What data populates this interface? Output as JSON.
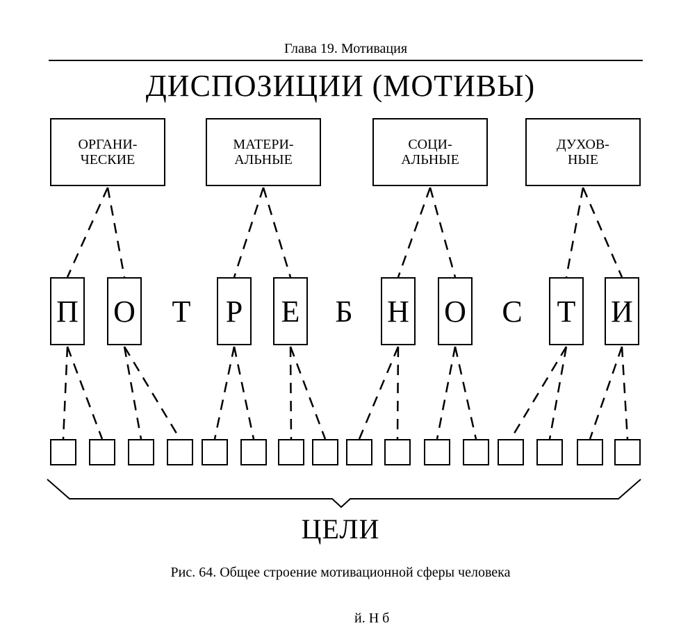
{
  "running_header": "Глава 19. Мотивация",
  "title": "ДИСПОЗИЦИИ (МОТИВЫ)",
  "categories": [
    {
      "label": "ОРГАНИ-\nЧЕСКИЕ"
    },
    {
      "label": "МАТЕРИ-\nАЛЬНЫЕ"
    },
    {
      "label": "СОЦИ-\nАЛЬНЫЕ"
    },
    {
      "label": "ДУХОВ-\nНЫЕ"
    }
  ],
  "needs_letters": [
    {
      "char": "П",
      "boxed": true
    },
    {
      "char": "О",
      "boxed": true
    },
    {
      "char": "Т",
      "boxed": false
    },
    {
      "char": "Р",
      "boxed": true
    },
    {
      "char": "Е",
      "boxed": true
    },
    {
      "char": "Б",
      "boxed": false
    },
    {
      "char": "Н",
      "boxed": true
    },
    {
      "char": "О",
      "boxed": true
    },
    {
      "char": "С",
      "boxed": false
    },
    {
      "char": "Т",
      "boxed": true
    },
    {
      "char": "И",
      "boxed": true
    }
  ],
  "goals_label": "ЦЕЛИ",
  "caption": "Рис. 64. Общее строение мотивационной сферы человека",
  "page_fragment": "й. Н   б"
}
